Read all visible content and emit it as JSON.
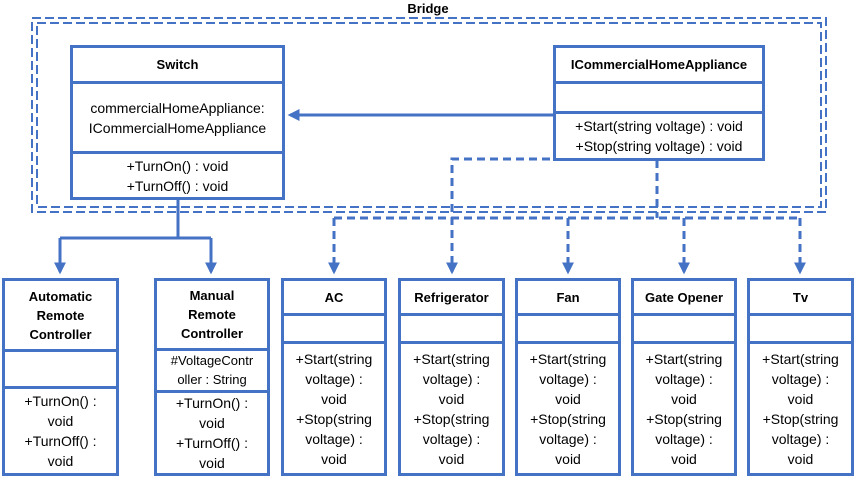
{
  "bridge": {
    "label": "Bridge"
  },
  "colors": {
    "stroke": "#4472C4",
    "background": "#ffffff"
  },
  "classes": {
    "switch": {
      "name": "Switch",
      "attributes": [
        "commercialHomeAppliance:",
        "ICommercialHomeAppliance"
      ],
      "methods": [
        "+TurnOn() : void",
        "+TurnOff() : void"
      ]
    },
    "icommercial": {
      "name": "ICommercialHomeAppliance",
      "attributes": [],
      "methods": [
        "+Start(string voltage) : void",
        "+Stop(string voltage) : void"
      ]
    },
    "automatic": {
      "name": [
        "Automatic",
        "Remote",
        "Controller"
      ],
      "attributes": [],
      "methods": [
        "+TurnOn() :",
        "void",
        "+TurnOff() :",
        "void"
      ]
    },
    "manual": {
      "name": [
        "Manual",
        "Remote",
        "Controller"
      ],
      "attributes": [
        "#VoltageContr",
        "oller : String"
      ],
      "methods": [
        "+TurnOn() :",
        "void",
        "+TurnOff() :",
        "void"
      ]
    },
    "ac": {
      "name": "AC",
      "attributes": [],
      "methods": [
        "+Start(string",
        "voltage) :",
        "void",
        "+Stop(string",
        "voltage) :",
        "void"
      ]
    },
    "refrigerator": {
      "name": "Refrigerator",
      "attributes": [],
      "methods": [
        "+Start(string",
        "voltage) :",
        "void",
        "+Stop(string",
        "voltage) :",
        "void"
      ]
    },
    "fan": {
      "name": "Fan",
      "attributes": [],
      "methods": [
        "+Start(string",
        "voltage) :",
        "void",
        "+Stop(string",
        "voltage) :",
        "void"
      ]
    },
    "gate_opener": {
      "name": "Gate Opener",
      "attributes": [],
      "methods": [
        "+Start(string",
        "voltage) :",
        "void",
        "+Stop(string",
        "voltage) :",
        "void"
      ]
    },
    "tv": {
      "name": "Tv",
      "attributes": [],
      "methods": [
        "+Start(string",
        "voltage) :",
        "void",
        "+Stop(string",
        "voltage) :",
        "void"
      ]
    }
  }
}
